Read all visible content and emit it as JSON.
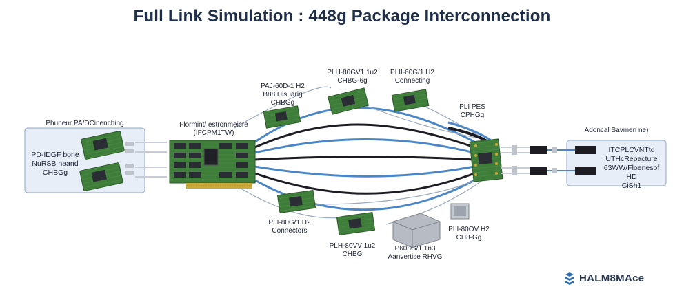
{
  "title": "Full Link Simulation : 448g Package Interconnection",
  "left_box": {
    "header": "Phunenr PA/DCinenching",
    "lines": [
      "PD-IDGF bone",
      "NuRSB naand",
      "CHBGg"
    ]
  },
  "right_box": {
    "header": "Adoncal Savmen ne)",
    "lines": [
      "ITCPLCVNTtd",
      "UTHcRepacture",
      "63WW/Floenesof HD",
      "CiSh1"
    ]
  },
  "center_board": {
    "lines": [
      "Flormint/ estronmeicre",
      "(IFCPM1TW)"
    ]
  },
  "top_modules": [
    {
      "lines": [
        "PAJ-60D-1 H2",
        "B88 Hisuarig",
        "CHBGg"
      ]
    },
    {
      "lines": [
        "PLH-80GV1 1u2",
        "CHBG-6g"
      ]
    },
    {
      "lines": [
        "PLII-60G/1 H2",
        "Connecting"
      ]
    }
  ],
  "right_module": {
    "lines": [
      "PLI PES",
      "CPHGg"
    ]
  },
  "bottom_modules": [
    {
      "lines": [
        "PLI-80G/1 H2",
        "Connectors"
      ]
    },
    {
      "lines": [
        "PLH-80VV 1u2",
        "CHBG"
      ]
    },
    {
      "lines": [
        "P608G/1 1n3",
        "Aanvertise RHVG"
      ]
    },
    {
      "lines": [
        "PLI-80OV H2",
        "CH8-Gg"
      ]
    }
  ],
  "logo": {
    "text": "HALM8MAce",
    "icon": "hexagon-stack-icon",
    "color": "#2b6fb3"
  },
  "colors": {
    "cable_blue": "#4a86c6",
    "cable_dark": "#1c1c22",
    "pcb_green": "#3f7d3a",
    "chip": "#2a2d33",
    "box_fill": "#e7eef8"
  }
}
